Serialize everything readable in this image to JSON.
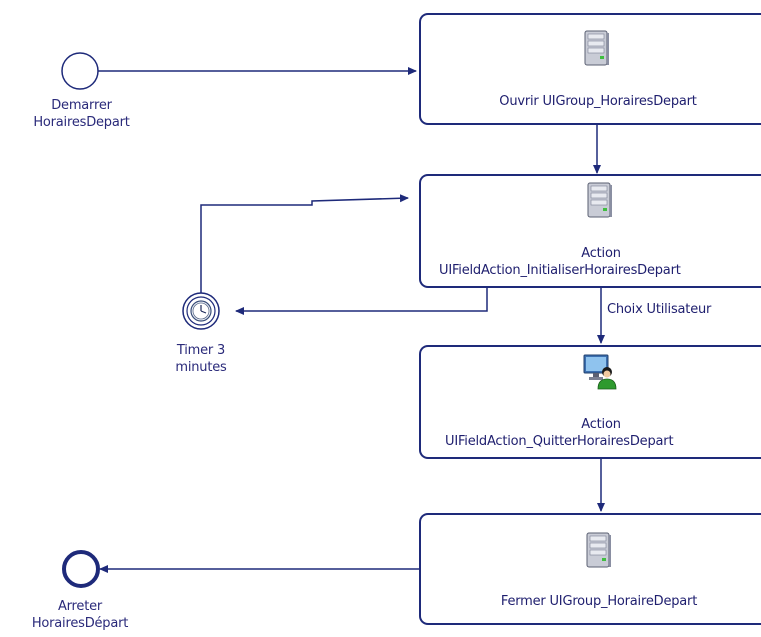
{
  "events": {
    "start": {
      "label_line1": "Demarrer",
      "label_line2": "HorairesDepart"
    },
    "timer": {
      "label_line1": "Timer 3",
      "label_line2": "minutes"
    },
    "end": {
      "label_line1": "Arreter",
      "label_line2": "HorairesDépart"
    }
  },
  "tasks": {
    "open": {
      "label": "Ouvrir UIGroup_HorairesDepart",
      "icon": "server-icon"
    },
    "init": {
      "label_line1": "Action",
      "label_line2": "UIFieldAction_InitialiserHorairesDepart",
      "icon": "server-icon"
    },
    "quit": {
      "label_line1": "Action",
      "label_line2": "UIFieldAction_QuitterHorairesDepart",
      "icon": "user-workstation-icon"
    },
    "close": {
      "label": "Fermer UIGroup_HoraireDepart",
      "icon": "server-icon"
    }
  },
  "flows": {
    "choice_label": "Choix Utilisateur"
  },
  "colors": {
    "line": "#1e2a7a",
    "text": "#2a2a7a"
  }
}
